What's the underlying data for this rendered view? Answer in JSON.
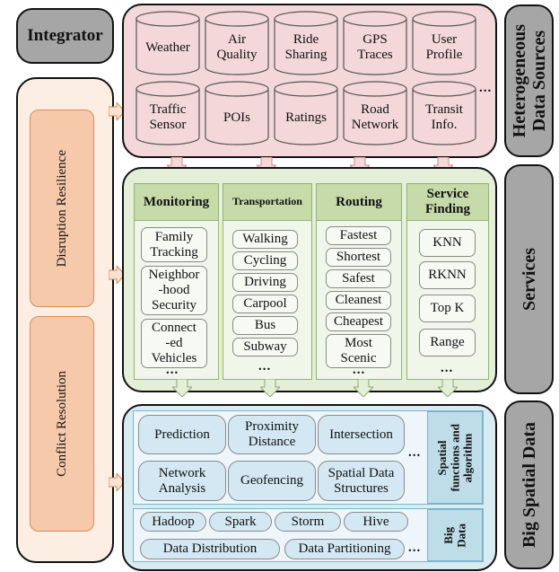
{
  "integrator": {
    "title": "Integrator",
    "boxes": [
      "Disruption Resilience",
      "Conflict Resolution"
    ]
  },
  "layers": {
    "sources_label": "Heterogeneous\nData Sources",
    "services_label": "Services",
    "bigdata_label": "Big Spatial Data"
  },
  "sources": {
    "row1": [
      "Weather",
      "Air\nQuality",
      "Ride\nSharing",
      "GPS\nTraces",
      "User\nProfile"
    ],
    "row2": [
      "Traffic\nSensor",
      "POIs",
      "Ratings",
      "Road\nNetwork",
      "Transit\nInfo."
    ],
    "more": "..."
  },
  "services": {
    "columns": [
      {
        "title": "Monitoring",
        "items": [
          "Family\nTracking",
          "Neighbor\n-hood\nSecurity",
          "Connect\n-ed\nVehicles"
        ],
        "more": "..."
      },
      {
        "title": "Transportation",
        "items": [
          "Walking",
          "Cycling",
          "Driving",
          "Carpool",
          "Bus",
          "Subway"
        ],
        "more": "..."
      },
      {
        "title": "Routing",
        "items": [
          "Fastest",
          "Shortest",
          "Safest",
          "Cleanest",
          "Cheapest",
          "Most\nScenic"
        ],
        "more": "..."
      },
      {
        "title": "Service\nFinding",
        "items": [
          "KNN",
          "RKNN",
          "Top K",
          "Range"
        ],
        "more": "..."
      }
    ]
  },
  "bigdata": {
    "spatial": {
      "row1": [
        "Prediction",
        "Proximity\nDistance",
        "Intersection"
      ],
      "row2": [
        "Network\nAnalysis",
        "Geofencing",
        "Spatial Data\nStructures"
      ],
      "more": "...",
      "side_label": "Spatial\nfunctions and\nalgorithm"
    },
    "bigdata": {
      "row1": [
        "Hadoop",
        "Spark",
        "Storm",
        "Hive"
      ],
      "row2": [
        "Data Distribution",
        "Data Partitioning"
      ],
      "more": "...",
      "side_label": "Big\nData"
    }
  },
  "colors": {
    "gray": "#a6a6a6",
    "sources": "#f3d7d9",
    "services": "#e4efd8",
    "bigdata": "#d9ebf2",
    "integrator": "#fdeee4"
  }
}
